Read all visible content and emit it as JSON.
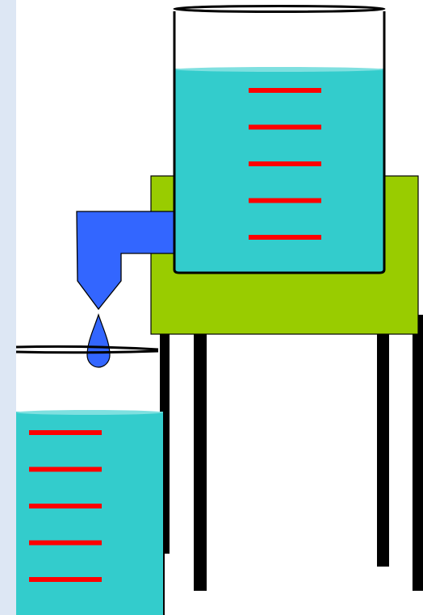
{
  "colors": {
    "page_background": "#ffffff",
    "side_strip": "#dde7f4",
    "water": "#33cccc",
    "water_surface": "#7fe0e0",
    "graduation_marks": "#ff0000",
    "stand_platform": "#99cc00",
    "stand_legs": "#000000",
    "faucet": "#3366ff",
    "water_drop": "#3366ff",
    "outline": "#000000"
  },
  "upper_container": {
    "graduation_mark_count": 5
  },
  "lower_container": {
    "graduation_mark_count": 5
  },
  "stand": {
    "leg_count": 4
  }
}
